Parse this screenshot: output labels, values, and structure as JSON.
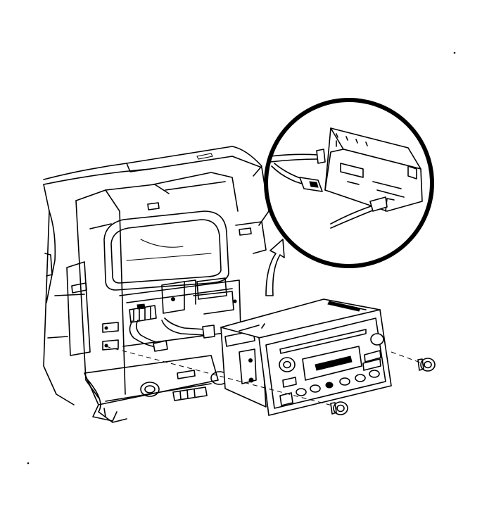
{
  "diagram": {
    "kind": "line-art",
    "colors": {
      "ink": "#000000",
      "paper": "#ffffff"
    },
    "parts": [
      "instrument-panel",
      "instrument-cluster-opening",
      "radio-mounting-opening",
      "climate-control-panel",
      "radio-receiver",
      "radio-fastener-left",
      "radio-fastener-right",
      "wiring-harness",
      "detail-callout-circle",
      "callout-arrow"
    ]
  }
}
